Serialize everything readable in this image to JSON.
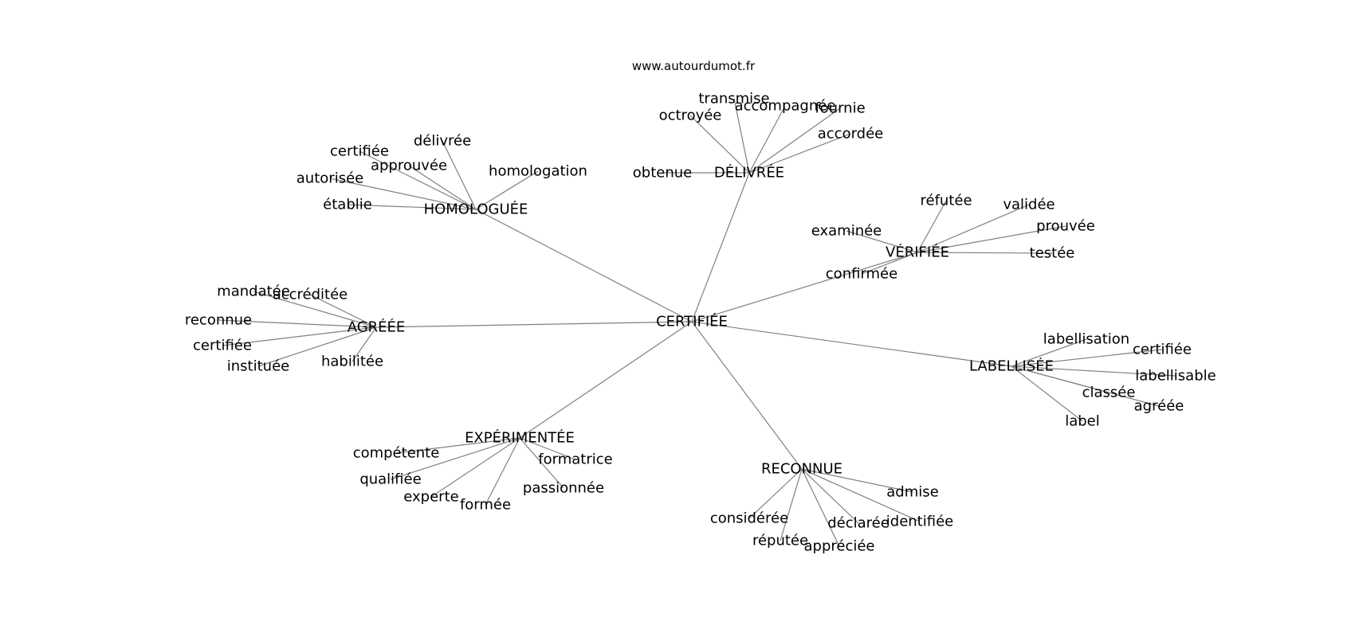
{
  "source": "www.autourdumot.fr",
  "graph": {
    "center": "CERTIFIÉE",
    "hubs": [
      {
        "id": "homologuee",
        "label": "HOMOLOGUÉE",
        "leaves": [
          "délivrée",
          "certifiée",
          "approuvée",
          "homologation",
          "autorisée",
          "établie"
        ]
      },
      {
        "id": "delivree",
        "label": "DÉLIVRÉE",
        "leaves": [
          "transmise",
          "accompagnée",
          "fournie",
          "octroyée",
          "accordée",
          "obtenue"
        ]
      },
      {
        "id": "verifiee",
        "label": "VÉRIFIÉE",
        "leaves": [
          "réfutée",
          "validée",
          "prouvée",
          "examinée",
          "testée",
          "confirmée"
        ]
      },
      {
        "id": "agreee",
        "label": "AGRÉÉE",
        "leaves": [
          "mandatée",
          "accréditée",
          "reconnue",
          "certifiée",
          "instituée",
          "habilitée"
        ]
      },
      {
        "id": "labellisee",
        "label": "LABELLISÉE",
        "leaves": [
          "labellisation",
          "certifiée",
          "labellisable",
          "classée",
          "agréée",
          "label"
        ]
      },
      {
        "id": "experimentee",
        "label": "EXPÉRIMENTÉE",
        "leaves": [
          "compétente",
          "formatrice",
          "qualifiée",
          "passionnée",
          "experte",
          "formée"
        ]
      },
      {
        "id": "reconnue",
        "label": "RECONNUE",
        "leaves": [
          "admise",
          "considérée",
          "identifiée",
          "déclarée",
          "réputée",
          "appréciée"
        ]
      }
    ]
  }
}
